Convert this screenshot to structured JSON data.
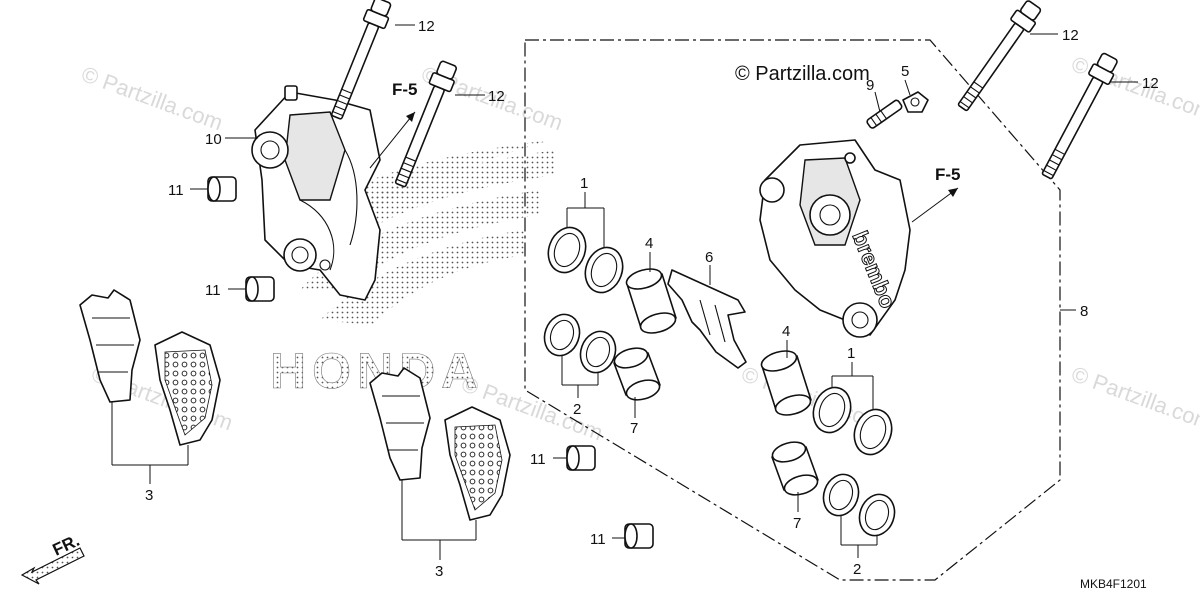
{
  "watermark": {
    "text": "© Partzilla.com",
    "copyright": "© Partzilla.com"
  },
  "diagram_code": "MKB4F1201",
  "direction_label": "FR.",
  "arrows": {
    "left": "F-5",
    "right": "F-5"
  },
  "logos": {
    "background": "HONDA",
    "caliper": "brembo"
  },
  "callouts": {
    "c12a": "12",
    "c12b": "12",
    "c12c": "12",
    "c12d": "12",
    "c10": "10",
    "c11a": "11",
    "c11b": "11",
    "c11c": "11",
    "c11d": "11",
    "c9": "9",
    "c5": "5",
    "c1a": "1",
    "c1b": "1",
    "c4a": "4",
    "c4b": "4",
    "c6": "6",
    "c2a": "2",
    "c2b": "2",
    "c7a": "7",
    "c7b": "7",
    "c8": "8",
    "c3a": "3",
    "c3b": "3"
  },
  "colors": {
    "line": "#111111",
    "watermark": "#d9d9d9",
    "honda_dots": "#555555"
  }
}
